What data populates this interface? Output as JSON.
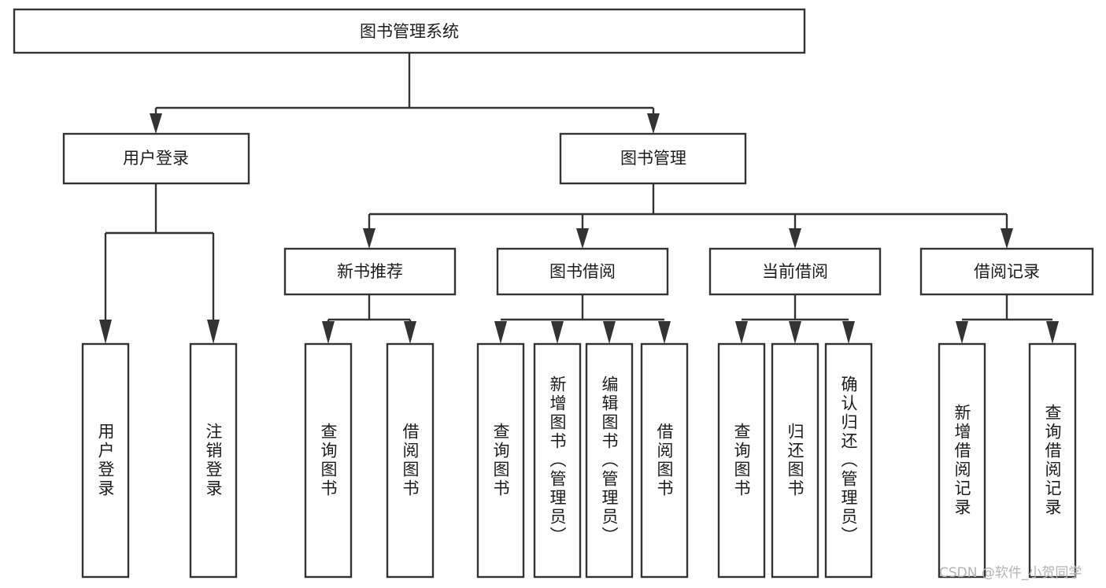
{
  "diagram": {
    "title": "图书管理系统",
    "type": "tree",
    "orientation": "top-down",
    "colors": {
      "box_fill": "#ffffff",
      "box_stroke": "#333333",
      "text": "#1c1c1c",
      "background": "#ffffff",
      "watermark": "#b3b3b3"
    },
    "nodes": {
      "root": {
        "label": "图书管理系统",
        "level": 1,
        "orientation": "horizontal"
      },
      "level2": [
        {
          "id": "user-login",
          "label": "用户登录",
          "orientation": "horizontal"
        },
        {
          "id": "book-management",
          "label": "图书管理",
          "orientation": "horizontal"
        }
      ],
      "level3": [
        {
          "id": "new-book-recommend",
          "label": "新书推荐",
          "orientation": "horizontal",
          "parent": "book-management"
        },
        {
          "id": "book-borrow",
          "label": "图书借阅",
          "orientation": "horizontal",
          "parent": "book-management"
        },
        {
          "id": "current-borrow",
          "label": "当前借阅",
          "orientation": "horizontal",
          "parent": "book-management"
        },
        {
          "id": "borrow-record",
          "label": "借阅记录",
          "orientation": "horizontal",
          "parent": "book-management"
        }
      ],
      "leaves": [
        {
          "id": "leaf-user-login",
          "label": "用户登录",
          "orientation": "vertical",
          "parent": "user-login"
        },
        {
          "id": "leaf-user-logout",
          "label": "注销登录",
          "orientation": "vertical",
          "parent": "user-login"
        },
        {
          "id": "leaf-query-book-1",
          "label": "查询图书",
          "orientation": "vertical",
          "parent": "new-book-recommend"
        },
        {
          "id": "leaf-borrow-book-1",
          "label": "借阅图书",
          "orientation": "vertical",
          "parent": "new-book-recommend"
        },
        {
          "id": "leaf-query-book-2",
          "label": "查询图书",
          "orientation": "vertical",
          "parent": "book-borrow"
        },
        {
          "id": "leaf-add-book",
          "label": "新增图书（管理员）",
          "orientation": "vertical",
          "parent": "book-borrow"
        },
        {
          "id": "leaf-edit-book",
          "label": "编辑图书（管理员）",
          "orientation": "vertical",
          "parent": "book-borrow"
        },
        {
          "id": "leaf-borrow-book-2",
          "label": "借阅图书",
          "orientation": "vertical",
          "parent": "book-borrow"
        },
        {
          "id": "leaf-query-book-3",
          "label": "查询图书",
          "orientation": "vertical",
          "parent": "current-borrow"
        },
        {
          "id": "leaf-return-book",
          "label": "归还图书",
          "orientation": "vertical",
          "parent": "current-borrow"
        },
        {
          "id": "leaf-confirm-return",
          "label": "确认归还（管理员）",
          "orientation": "vertical",
          "parent": "current-borrow"
        },
        {
          "id": "leaf-add-record",
          "label": "新增借阅记录",
          "orientation": "vertical",
          "parent": "borrow-record"
        },
        {
          "id": "leaf-query-record",
          "label": "查询借阅记录",
          "orientation": "vertical",
          "parent": "borrow-record"
        }
      ]
    },
    "watermark": "CSDN @软件_小贺同学"
  }
}
